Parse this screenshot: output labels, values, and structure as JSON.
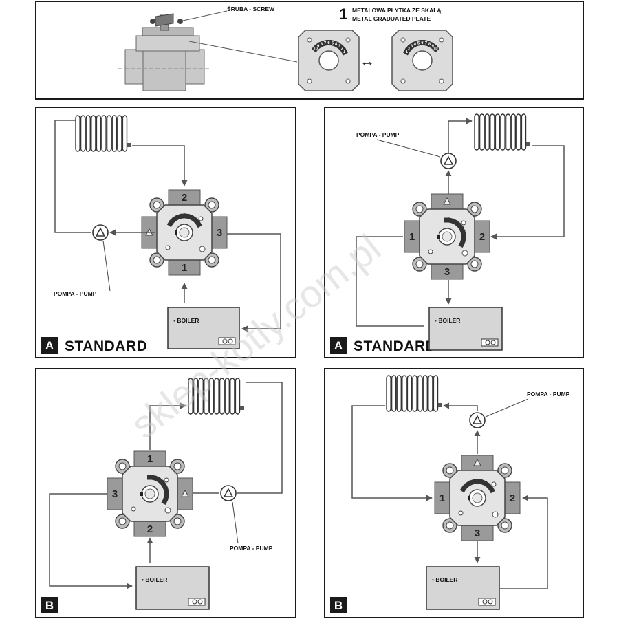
{
  "header": {
    "screw_label": "ŚRUBA - SCREW",
    "step_number": "1",
    "plate_label_pl": "METALOWA PŁYTKA ZE SKALĄ",
    "plate_label_en": "METAL GRADUATED PLATE",
    "swap_arrow": "↔",
    "plate_scale": [
      "1",
      "2",
      "3",
      "4",
      "5",
      "6",
      "7",
      "8",
      "9",
      "10"
    ]
  },
  "panels": [
    {
      "id": "a-left",
      "badge": "A",
      "title": "STANDARD",
      "pump_label": "POMPA - PUMP",
      "boiler_label": "• BOILER",
      "ports": {
        "top": "2",
        "left": "",
        "right": "3",
        "bottom": "1"
      }
    },
    {
      "id": "a-right",
      "badge": "A",
      "title": "STANDARD",
      "pump_label": "POMPA - PUMP",
      "boiler_label": "• BOILER",
      "ports": {
        "top": "",
        "left": "1",
        "right": "2",
        "bottom": "3"
      }
    },
    {
      "id": "b-left",
      "badge": "B",
      "title": "",
      "pump_label": "POMPA - PUMP",
      "boiler_label": "• BOILER",
      "ports": {
        "top": "1",
        "left": "3",
        "right": "",
        "bottom": "2"
      }
    },
    {
      "id": "b-right",
      "badge": "B",
      "title": "",
      "pump_label": "POMPA - PUMP",
      "boiler_label": "• BOILER",
      "ports": {
        "top": "",
        "left": "1",
        "right": "2",
        "bottom": "3"
      }
    }
  ],
  "watermark": "sklep-kotly.com.pl",
  "colors": {
    "frame": "#1a1a1a",
    "valve_body": "#a8a8a8",
    "valve_plate": "#e4e4e4",
    "port": "#9a9a9a",
    "badge": "#1a1a1a",
    "pipe": "#555555"
  }
}
